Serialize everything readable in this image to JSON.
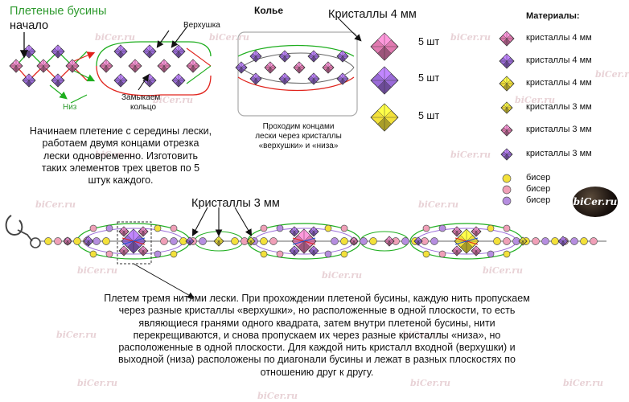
{
  "watermark": "biCer.ru",
  "logo_text": "biCer.ru",
  "labels": {
    "woven_beads": "Плетеные бусины",
    "start": "начало",
    "top": "Верхушка",
    "bottom": "Низ",
    "closing_ring_1": "Замыкаем",
    "closing_ring_2": "кольцо",
    "necklace": "Колье",
    "crystals_4mm": "Кристаллы 4 мм",
    "crystals_3mm": "Кристаллы 3 мм",
    "count": "5 шт"
  },
  "materials": {
    "title": "Материалы:",
    "items": [
      {
        "label": "кристаллы 4 мм",
        "color": "#e07ab0"
      },
      {
        "label": "кристаллы 4 мм",
        "color": "#9a6bd8"
      },
      {
        "label": "кристаллы 4 мм",
        "color": "#f3e13a"
      },
      {
        "label": "кристаллы 3 мм",
        "color": "#f3e13a"
      },
      {
        "label": "кристаллы 3 мм",
        "color": "#e07ab0"
      },
      {
        "label": "кристаллы 3 мм",
        "color": "#9a6bd8"
      },
      {
        "label": "бисер",
        "color": "#f3e13a"
      },
      {
        "label": "бисер",
        "color": "#f0a0b8"
      },
      {
        "label": "бисер",
        "color": "#b68ee0"
      }
    ]
  },
  "notes": {
    "start_text": [
      "Начинаем плетение с середины лески,",
      "работаем двумя концами отрезка",
      "лески одновременно. Изготовить",
      "таких элементов трех цветов по 5",
      "штук каждого."
    ],
    "pass_text": [
      "Проходим концами",
      "лески через кристаллы",
      "«верхушки» и «низа»"
    ],
    "bottom_text": [
      "Плетем тремя нитями лески. При прохождении плетеной бусины, каждую нить пропускаем",
      "через разные кристаллы «верхушки», но расположенные в одной плоскости, то есть",
      "являющиеся гранями одного квадрата, затем внутри плетеной бусины, нити",
      "перекрещиваются, и снова пропускаем их через разные кристаллы «низа», но",
      "расположенные в одной плоскости. Для каждой нить кристалл входной (верхушки) и",
      "выходной (низа) расположены по диагонали бусины и лежат в разных плоскостях по",
      "отношению друг к другу."
    ]
  },
  "colors": {
    "pink": "#e07ab0",
    "purple": "#9a6bd8",
    "yellow": "#f3e13a",
    "green_line": "#1fae1f",
    "red_line": "#e0231c",
    "gray_line": "#8a8a8a"
  }
}
